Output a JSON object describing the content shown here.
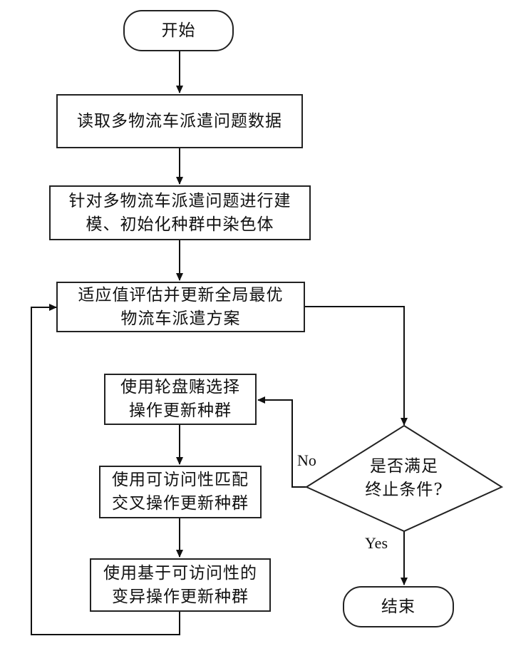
{
  "flowchart": {
    "start": "开始",
    "read_data": "读取多物流车派遣问题数据",
    "model_init": [
      "针对多物流车派遣问题进行建",
      "模、初始化种群中染色体"
    ],
    "evaluate": [
      "适应值评估并更新全局最优",
      "物流车派遣方案"
    ],
    "selection": [
      "使用轮盘赌选择",
      "操作更新种群"
    ],
    "crossover": [
      "使用可访问性匹配",
      "交叉操作更新种群"
    ],
    "mutation": [
      "使用基于可访问性的",
      "变异操作更新种群"
    ],
    "decision": [
      "是否满足",
      "终止条件?"
    ],
    "end": "结束",
    "label_no": "No",
    "label_yes": "Yes"
  }
}
